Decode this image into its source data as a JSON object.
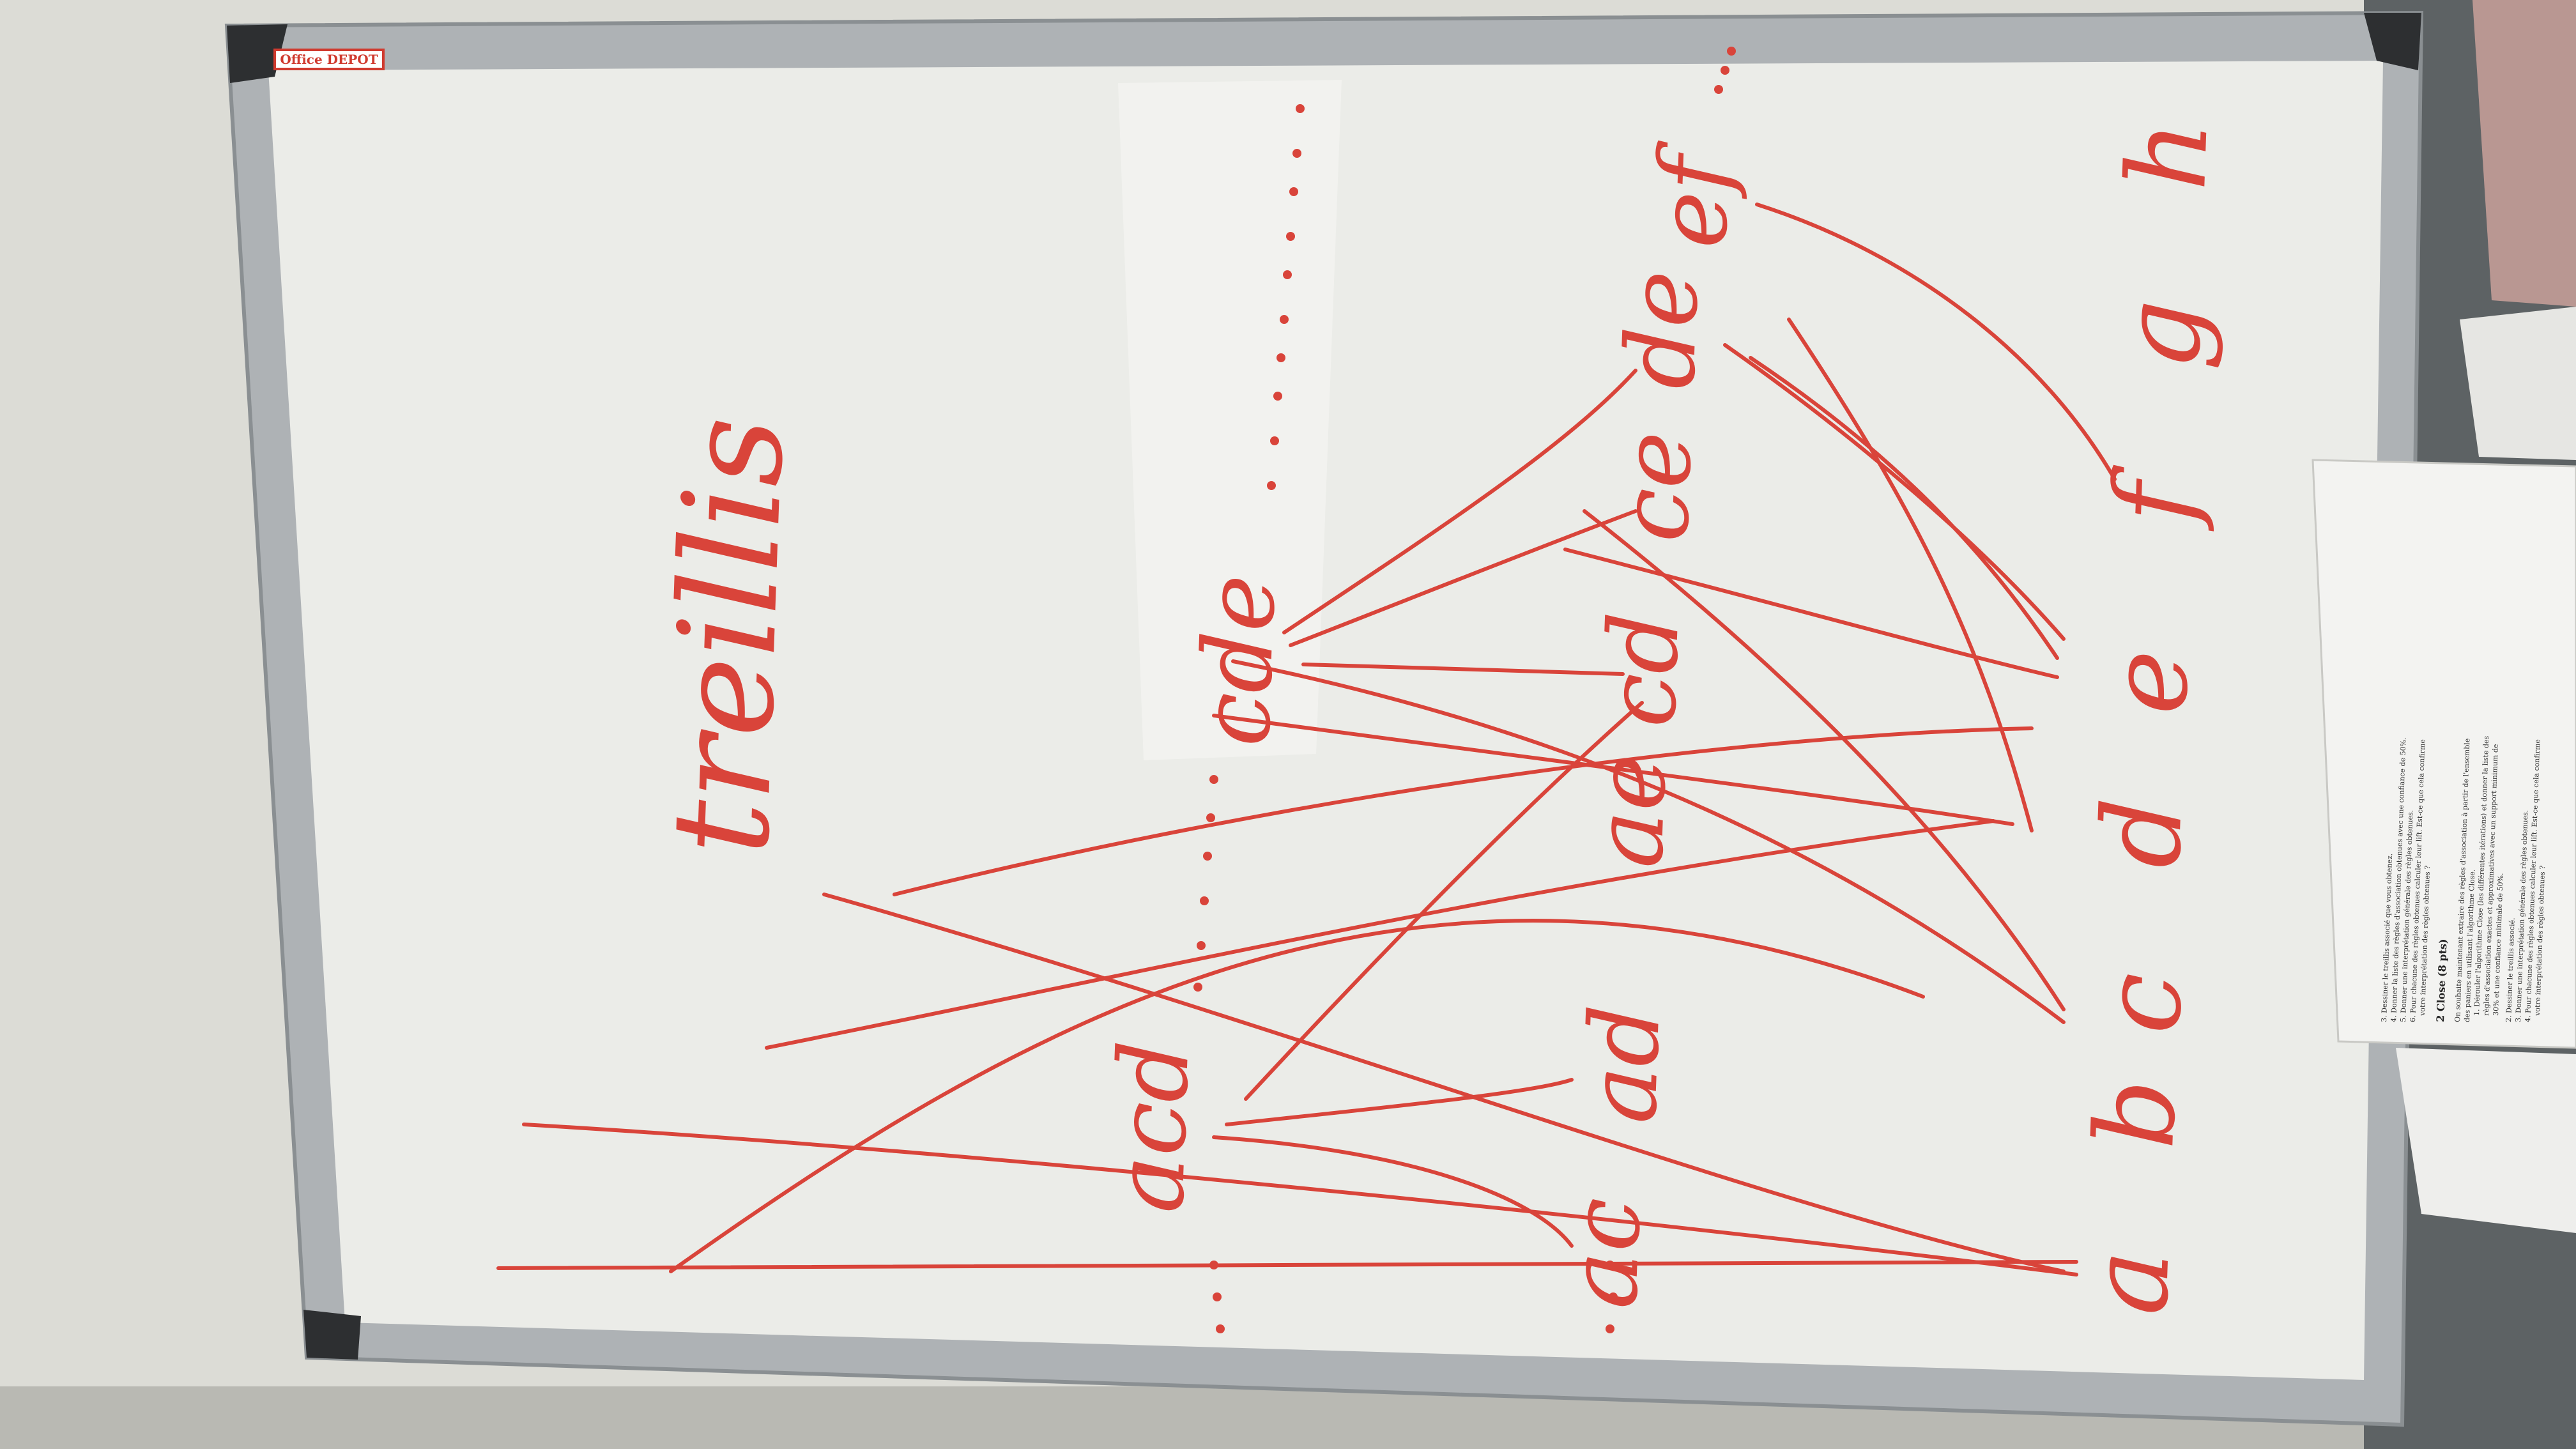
{
  "photo": {
    "subject": "whiteboard lattice sketch",
    "ink_color": "#d9443a",
    "board_color": "#e9eae6",
    "frame_color": "#a9adb0",
    "wall_color": "#dcdcd6"
  },
  "board": {
    "brand_label": "Office DEPOT",
    "title": "treillis"
  },
  "lattice": {
    "level1": [
      "a",
      "b",
      "c",
      "d",
      "e",
      "f",
      "g",
      "h"
    ],
    "level2": [
      "ac",
      "ad",
      "ae",
      "cd",
      "ce",
      "de",
      "ef"
    ],
    "level3": [
      "acd",
      "cde"
    ]
  },
  "paper": {
    "section_heading": "2  Close (8 pts)",
    "lines_top": [
      "3. Dessiner le treillis associé que vous obtenez.",
      "4. Donner la liste des règles d'association obtenues avec une confiance de 50%.",
      "5. Donner une interprétation générale des règles obtenues.",
      "6. Pour chacune des règles obtenues calculer leur lift. Est-ce que cela confirme",
      "votre interprétation des règles obtenues ?"
    ],
    "lines_bottom": [
      "On souhaite maintenant extraire des règles d'association à partir de l'ensemble",
      "des paniers en utilisant l'algorithme Close.",
      "1. Dérouler l'algorithme Close (les différentes itérations) et donner la liste des",
      "règles d'association exactes et approximatives avec un support minimum de",
      "30% et une confiance minimale de 50%.",
      "2. Dessiner le treillis associé.",
      "3. Donner une interprétation générale des règles obtenues.",
      "4. Pour chacune des règles obtenues calculer leur lift. Est-ce que cela confirme",
      "votre interprétation des règles obtenues ?"
    ]
  }
}
